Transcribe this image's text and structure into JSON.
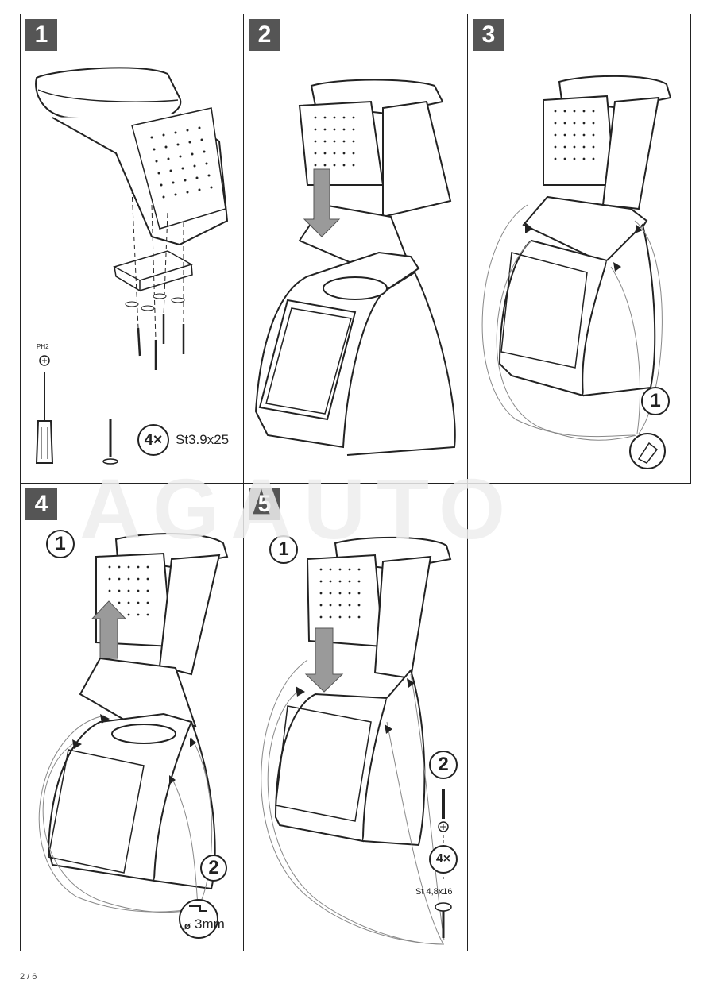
{
  "page_number": "2 / 6",
  "watermark": "AGAUTO",
  "steps": [
    {
      "number": "1",
      "screwdriver_label": "PH2",
      "quantity": "4×",
      "screw_spec": "St3.9x25"
    },
    {
      "number": "2"
    },
    {
      "number": "3",
      "substep": "1"
    },
    {
      "number": "4",
      "substep_a": "1",
      "substep_b": "2",
      "drill_spec": "3mm",
      "drill_diameter_symbol": "ø"
    },
    {
      "number": "5",
      "substep_a": "1",
      "substep_b": "2",
      "quantity": "4×",
      "screw_spec": "St 4,8x16"
    }
  ]
}
